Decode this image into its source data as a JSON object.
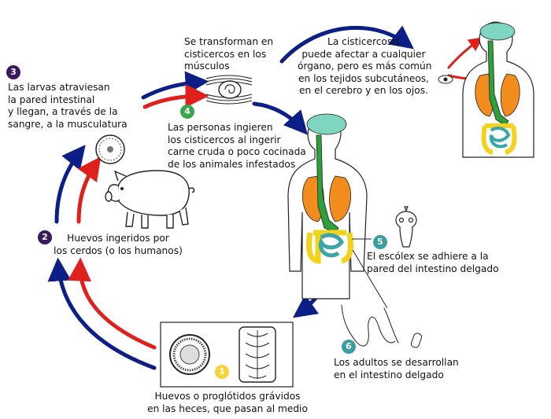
{
  "colors": {
    "arrow_blue": "#0b1f86",
    "arrow_red": "#e0201c",
    "brain": "#7ed6c1",
    "lungs": "#f28c1e",
    "digestive": "#2f9f3c",
    "large_intestine": "#f2d21c",
    "small_intestine": "#3aa6a6",
    "step_dark": "#3a1a5e",
    "step_green": "#3aa64a",
    "step_teal": "#3a9e9e",
    "step_yellow": "#f5d23a"
  },
  "steps": [
    {
      "number": "1",
      "color": "#f5d23a",
      "text": [
        "Huevos o proglótidos grávidos",
        "en las heces, que pasan al medio"
      ]
    },
    {
      "number": "2",
      "color": "#3a1a5e",
      "text": [
        "Huevos ingeridos por",
        "los cerdos (o los humanos)"
      ]
    },
    {
      "number": "3",
      "color": "#3a1a5e",
      "text": [
        "Las larvas atraviesan",
        "la pared intestinal",
        "y llegan, a través de la",
        "sangre, a la musculatura"
      ]
    },
    {
      "number": "4",
      "color": "#3aa64a",
      "text": [
        "Las personas ingieren",
        "los cisticercos al ingerir",
        "carne cruda o poco cocinada",
        "de los animales infestados"
      ]
    },
    {
      "number": "5",
      "color": "#3a9e9e",
      "text": [
        "El escólex se adhiere a la",
        "pared del intestino delgado"
      ]
    },
    {
      "number": "6",
      "color": "#3a9e9e",
      "text": [
        "Los adultos se desarrollan",
        "en el intestino delgado"
      ]
    }
  ],
  "labels": {
    "transform": [
      "Se transforman en",
      "cisticercos en los",
      "músculos"
    ],
    "cysticercosis": [
      "La cisticercosis",
      "puede afectar  a cualquier",
      "órgano, pero es más común",
      "en los tejidos subcutáneos,",
      "en el cerebro y en los ojos."
    ]
  }
}
